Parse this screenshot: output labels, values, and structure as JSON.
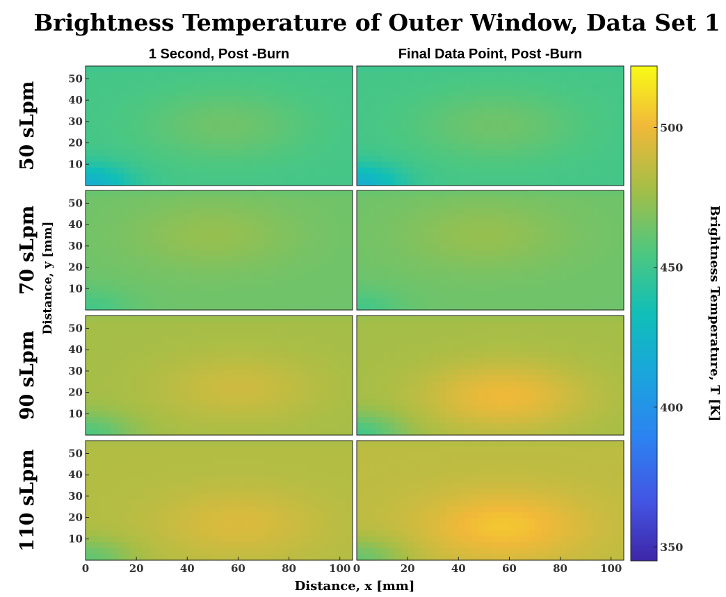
{
  "chart_data": {
    "type": "heatmap",
    "title": "Brightness Temperature of Outer Window, Data Set 1",
    "column_titles": [
      "1 Second, Post -Burn",
      "Final Data Point, Post -Burn"
    ],
    "row_labels": [
      "50 sLpm",
      "70 sLpm",
      "90 sLpm",
      "110 sLpm"
    ],
    "xlabel": "Distance, x [mm]",
    "ylabel": "Distance, y [mm]",
    "colorbar_label": "Brightness Temperature, T [K]",
    "x_ticks": [
      0,
      20,
      40,
      60,
      80,
      100
    ],
    "y_ticks": [
      10,
      20,
      30,
      40,
      50
    ],
    "xlim": [
      0,
      105
    ],
    "ylim": [
      0,
      56
    ],
    "clim": [
      345,
      522
    ],
    "colorbar_ticks": [
      350,
      400,
      450,
      500
    ],
    "colormap": "parula",
    "panels": [
      {
        "row": "50 sLpm",
        "column": "1 Second, Post -Burn",
        "base_K": 452,
        "hotspot_K": 464,
        "hotspot_center_mm": [
          55,
          28
        ],
        "corner_min_K": 420
      },
      {
        "row": "50 sLpm",
        "column": "Final Data Point, Post -Burn",
        "base_K": 452,
        "hotspot_K": 464,
        "hotspot_center_mm": [
          55,
          28
        ],
        "corner_min_K": 420
      },
      {
        "row": "70 sLpm",
        "column": "1 Second, Post -Burn",
        "base_K": 464,
        "hotspot_K": 474,
        "hotspot_center_mm": [
          50,
          35
        ],
        "corner_min_K": 452
      },
      {
        "row": "70 sLpm",
        "column": "Final Data Point, Post -Burn",
        "base_K": 464,
        "hotspot_K": 474,
        "hotspot_center_mm": [
          50,
          35
        ],
        "corner_min_K": 452
      },
      {
        "row": "90 sLpm",
        "column": "1 Second, Post -Burn",
        "base_K": 478,
        "hotspot_K": 490,
        "hotspot_center_mm": [
          60,
          22
        ],
        "corner_min_K": 455
      },
      {
        "row": "90 sLpm",
        "column": "Final Data Point, Post -Burn",
        "base_K": 478,
        "hotspot_K": 500,
        "hotspot_center_mm": [
          58,
          18
        ],
        "corner_min_K": 452
      },
      {
        "row": "110 sLpm",
        "column": "1 Second, Post -Burn",
        "base_K": 482,
        "hotspot_K": 494,
        "hotspot_center_mm": [
          60,
          17
        ],
        "corner_min_K": 460
      },
      {
        "row": "110 sLpm",
        "column": "Final Data Point, Post -Burn",
        "base_K": 485,
        "hotspot_K": 505,
        "hotspot_center_mm": [
          58,
          16
        ],
        "corner_min_K": 462
      }
    ]
  }
}
